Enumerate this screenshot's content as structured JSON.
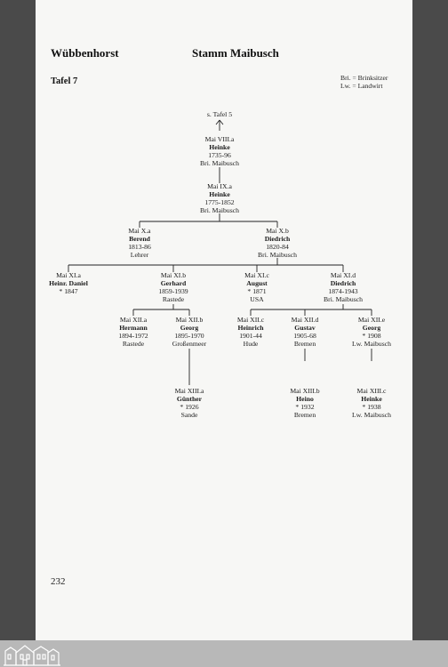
{
  "header": {
    "place": "Wübbenhorst",
    "title": "Stamm Maibusch",
    "tafel": "Tafel 7"
  },
  "legend": [
    "Bri. = Brinksitzer",
    "Lw. = Landwirt"
  ],
  "ref": "s. Tafel 5",
  "nodes": {
    "g8": {
      "gen": "Mai VIII.a",
      "name": "Heinke",
      "d1": "1735-96",
      "d2": "Bri. Maibusch"
    },
    "g9": {
      "gen": "Mai IX.a",
      "name": "Heinke",
      "d1": "1775-1852",
      "d2": "Bri. Maibusch"
    },
    "g10a": {
      "gen": "Mai X.a",
      "name": "Berend",
      "d1": "1813-86",
      "d2": "Lehrer"
    },
    "g10b": {
      "gen": "Mai X.b",
      "name": "Diedrich",
      "d1": "1820-84",
      "d2": "Bri. Maibusch"
    },
    "g11a": {
      "gen": "Mai XI.a",
      "name": "Heinr. Daniel",
      "d1": "* 1847",
      "d2": ""
    },
    "g11b": {
      "gen": "Mai XI.b",
      "name": "Gerhard",
      "d1": "1859-1939",
      "d2": "Rastede"
    },
    "g11c": {
      "gen": "Mai XI.c",
      "name": "August",
      "d1": "* 1871",
      "d2": "USA"
    },
    "g11d": {
      "gen": "Mai XI.d",
      "name": "Diedrich",
      "d1": "1874-1943",
      "d2": "Bri. Maibusch"
    },
    "g12a": {
      "gen": "Mai XII.a",
      "name": "Hermann",
      "d1": "1894-1972",
      "d2": "Rastede"
    },
    "g12b": {
      "gen": "Mai XII.b",
      "name": "Georg",
      "d1": "1895-1970",
      "d2": "Großenmeer"
    },
    "g12c": {
      "gen": "Mai XII.c",
      "name": "Heinrich",
      "d1": "1901-44",
      "d2": "Hude"
    },
    "g12d": {
      "gen": "Mai XII.d",
      "name": "Gustav",
      "d1": "1905-68",
      "d2": "Bremen"
    },
    "g12e": {
      "gen": "Mai XII.e",
      "name": "Georg",
      "d1": "* 1908",
      "d2": "Lw. Maibusch"
    },
    "g13a": {
      "gen": "Mai XIII.a",
      "name": "Günther",
      "d1": "* 1926",
      "d2": "Sande"
    },
    "g13b": {
      "gen": "Mai XIII.b",
      "name": "Heino",
      "d1": "* 1932",
      "d2": "Bremen"
    },
    "g13c": {
      "gen": "Mai XIII.c",
      "name": "Heinke",
      "d1": "* 1938",
      "d2": "Lw. Maibusch"
    }
  },
  "page_number": "232"
}
